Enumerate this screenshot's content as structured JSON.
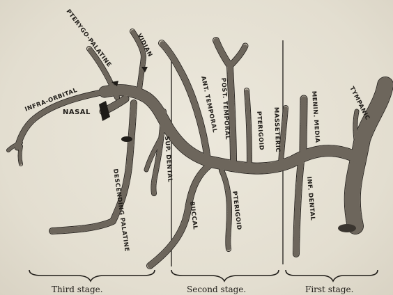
{
  "labels": {
    "pterygo_palatine": "PTERYGO-PALATINE",
    "vidian": "VIDIAN",
    "infra_orbital": "INFRA-ORBITAL",
    "nasal": "NASAL",
    "ant_temporal": "ANT. TEMPORAL",
    "post_temporal": "POST. TEMPORAL",
    "pterygoid_upper": "PTERIGOID",
    "masseteric": "MASSETERIC",
    "menin_media": "MENIN. MEDIA",
    "tympanic": "TYMPANIC",
    "sup_dental": "SUP. DENTAL",
    "descending_palatine": "DESCENDING PALATINE",
    "buccal": "BUCCAL",
    "pterygoid_lower": "PTERIGOID",
    "inf_dental": "INF. DENTAL"
  },
  "stages": {
    "third": "Third stage.",
    "second": "Second stage.",
    "first": "First stage."
  },
  "colors": {
    "ink": "#1f1c18",
    "paper": "#e6e1d4",
    "vessel_fill": "#cfc8b8"
  }
}
